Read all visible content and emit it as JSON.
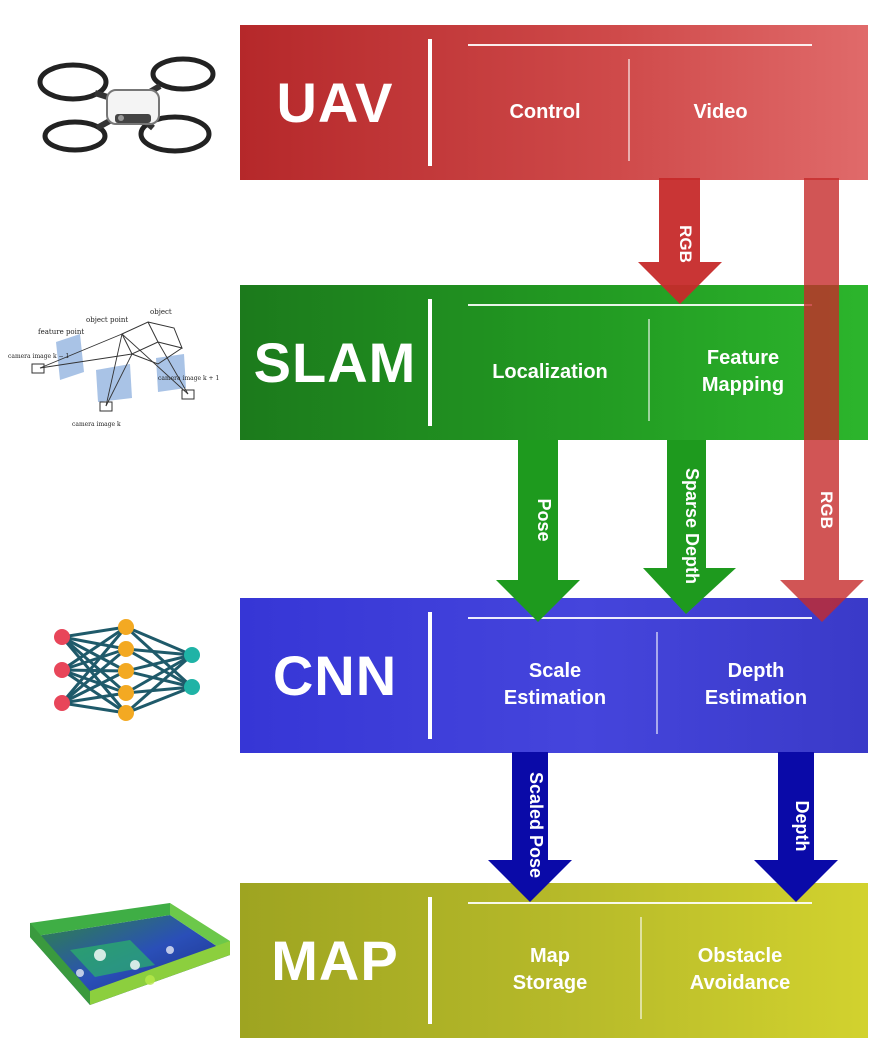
{
  "blocks": {
    "uav": {
      "title": "UAV",
      "left": "Control",
      "right": "Video"
    },
    "slam": {
      "title": "SLAM",
      "left": "Localization",
      "right": "Feature\nMapping"
    },
    "cnn": {
      "title": "CNN",
      "left": "Scale\nEstimation",
      "right": "Depth\nEstimation"
    },
    "map": {
      "title": "MAP",
      "left": "Map\nStorage",
      "right": "Obstacle\nAvoidance"
    }
  },
  "arrows": {
    "uav_slam_rgb": "RGB",
    "uav_cnn_rgb": "RGB",
    "slam_cnn_pose": "Pose",
    "slam_cnn_sparse_depth": "Sparse Depth",
    "cnn_map_scaled_pose": "Scaled Pose",
    "cnn_map_depth": "Depth"
  },
  "slam_image": {
    "object_point": "object point",
    "object": "object",
    "feature_point": "feature point",
    "camera_image_k_minus_1": "camera image k − 1",
    "camera_image_k": "camera image k",
    "camera_image_k_plus_1": "camera image k + 1"
  },
  "colors": {
    "uav": "#c8403f",
    "slam": "#239a23",
    "cnn": "#4040d8",
    "map": "#b6b829",
    "arrow_red": "#c62a2a",
    "arrow_green": "#1e9a1e",
    "arrow_blue": "#0a0aa8"
  }
}
